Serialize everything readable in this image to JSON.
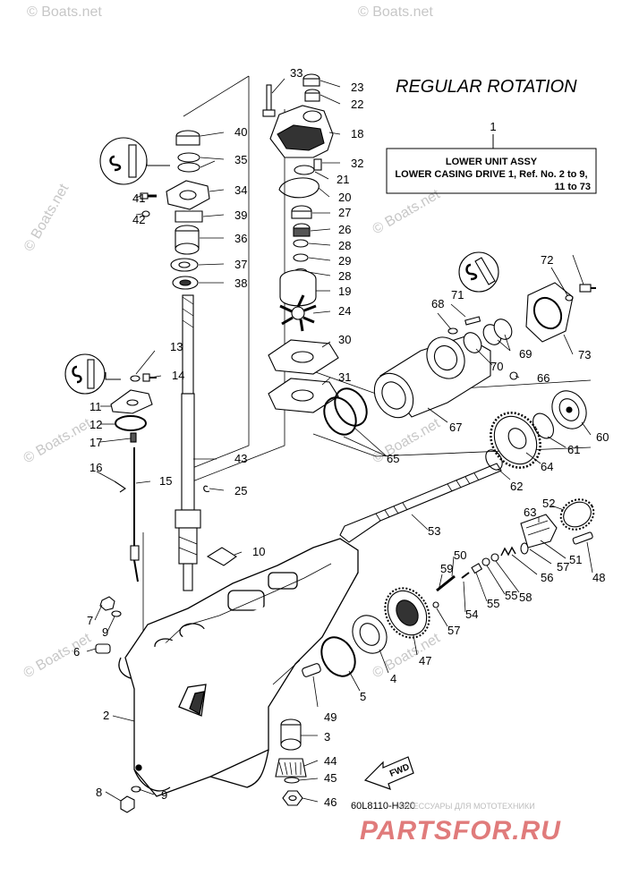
{
  "title": "REGULAR ROTATION",
  "assy_box": {
    "ref_no": "1",
    "line1": "LOWER UNIT ASSY",
    "line2": "LOWER CASING DRIVE 1,  Ref. No. 2 to 9,",
    "line3": "11 to 73"
  },
  "diagram_code": "60L8110-H320",
  "fwd_label": "FWD",
  "watermark": "© Boats.net",
  "brand": {
    "sub": "АКСЕССУАРЫ ДЛЯ МОТОТЕХНИКИ",
    "name": "PARTSFOR.RU"
  },
  "callouts": [
    "33",
    "23",
    "22",
    "18",
    "32",
    "21",
    "20",
    "27",
    "26",
    "28",
    "29",
    "28",
    "19",
    "24",
    "30",
    "31",
    "40",
    "35",
    "34",
    "39",
    "36",
    "37",
    "38",
    "42",
    "41",
    "13",
    "14",
    "11",
    "12",
    "17",
    "16",
    "15",
    "43",
    "25",
    "10",
    "7",
    "9",
    "6",
    "2",
    "8",
    "9",
    "49",
    "3",
    "44",
    "45",
    "46",
    "5",
    "4",
    "47",
    "59",
    "50",
    "57",
    "54",
    "55",
    "55",
    "58",
    "56",
    "57",
    "51",
    "48",
    "53",
    "52",
    "63",
    "62",
    "64",
    "61",
    "60",
    "67",
    "65",
    "70",
    "66",
    "69",
    "68",
    "71",
    "73",
    "72"
  ]
}
